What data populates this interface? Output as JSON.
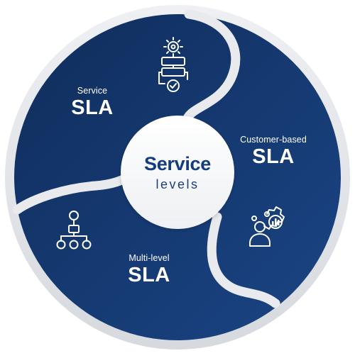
{
  "center": {
    "title": "Service",
    "subtitle": "levels"
  },
  "segments": [
    {
      "id": "service",
      "small_label": "Service",
      "big_label": "SLA",
      "icon": "flowchart-check-icon"
    },
    {
      "id": "customer-based",
      "small_label": "Customer-based",
      "big_label": "SLA",
      "icon": "person-gear-chart-icon"
    },
    {
      "id": "multi-level",
      "small_label": "Multi-level",
      "big_label": "SLA",
      "icon": "hierarchy-icon"
    }
  ],
  "colors": {
    "dark_navy": "#0f2d5c",
    "mid_navy": "#1b4585",
    "light_ring": "#e4e6ea",
    "center_bg": "#f7f8fa",
    "text_on_dark": "#ffffff",
    "center_text": "#143d7c"
  }
}
